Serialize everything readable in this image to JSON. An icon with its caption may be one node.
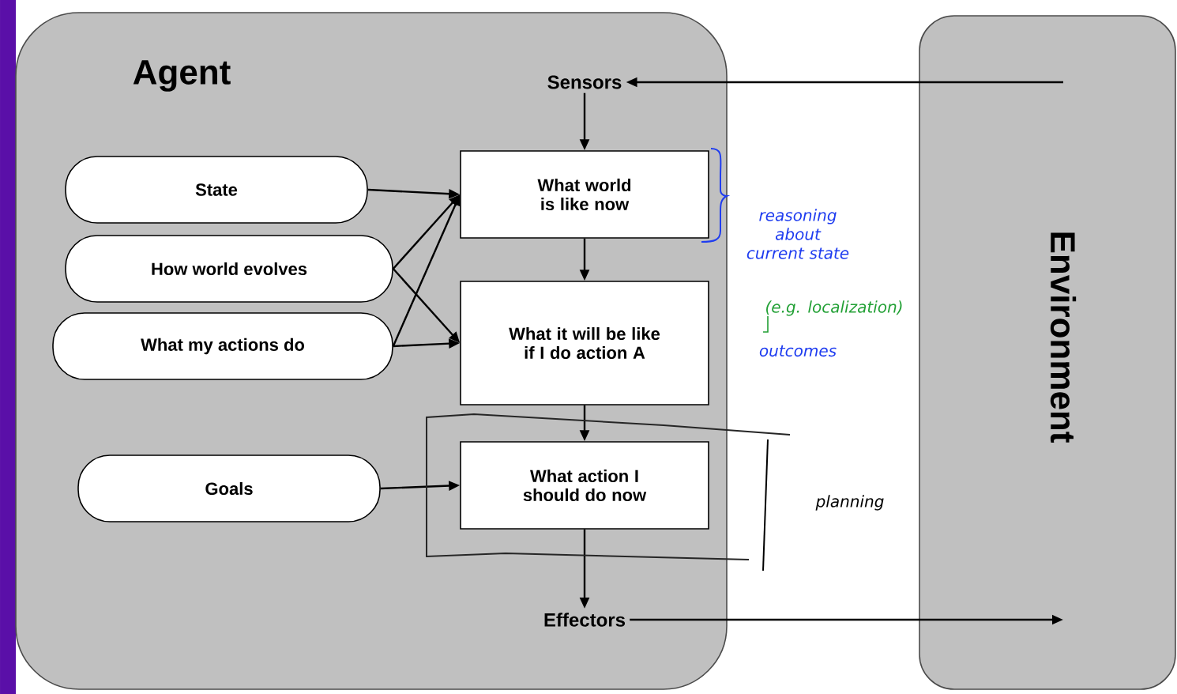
{
  "diagram": {
    "nodes": [
      {
        "text": [
          "Agent"
        ]
      },
      {
        "text": [
          "Sensors"
        ],
        "in": 0
      },
      {
        "text": [
          "State"
        ],
        "in": 0
      },
      {
        "text": [
          "How world evolves"
        ],
        "in": 0
      },
      {
        "text": [
          "What my actions do"
        ],
        "in": 0
      },
      {
        "text": [
          "What world is like now"
        ],
        "in": 0
      },
      {
        "text": [
          "What it will be like if I do action A"
        ],
        "in": 0
      },
      {
        "text": [
          "Goals"
        ],
        "in": 0
      },
      {
        "text": [
          "What action I should do now"
        ],
        "in": 0
      },
      {
        "text": [
          "Effectors"
        ],
        "in": 0
      },
      {
        "text": [
          "Environment"
        ]
      }
    ],
    "edges": [
      {
        "from": 10,
        "to": 1,
        "arrow": "to"
      },
      {
        "from": 1,
        "to": 5,
        "arrow": "to"
      },
      {
        "from": 2,
        "to": 5,
        "arrow": "to"
      },
      {
        "from": 3,
        "to": 5,
        "arrow": "to"
      },
      {
        "from": 3,
        "to": 6,
        "arrow": "to"
      },
      {
        "from": 4,
        "to": 5,
        "arrow": "to"
      },
      {
        "from": 4,
        "to": 6,
        "arrow": "to"
      },
      {
        "from": 5,
        "to": 6,
        "arrow": "to"
      },
      {
        "from": 6,
        "to": 8,
        "arrow": "to"
      },
      {
        "from": 7,
        "to": 8,
        "arrow": "to"
      },
      {
        "from": 8,
        "to": 9,
        "arrow": "to"
      },
      {
        "from": 9,
        "to": 10,
        "arrow": "to"
      }
    ],
    "labels": [
      "reasoning about current state",
      "(e.g. localization)",
      "outcomes",
      "planning"
    ]
  }
}
